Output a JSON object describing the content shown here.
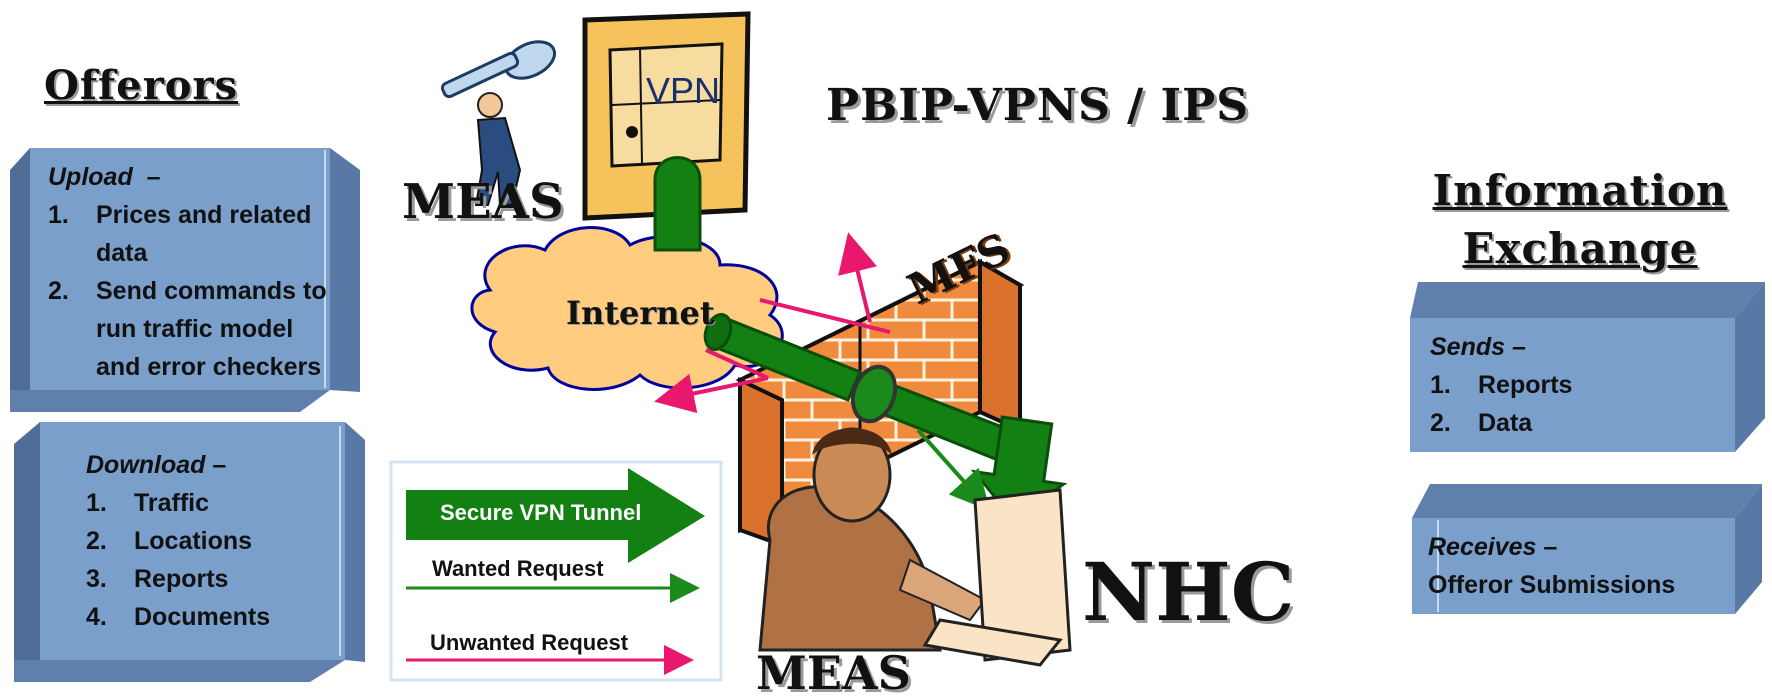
{
  "headings": {
    "offerors": "Offerors",
    "info_exchange_line1": "Information",
    "info_exchange_line2": "Exchange",
    "title": "PBIP-VPNS / IPS"
  },
  "labels": {
    "meas_top": "MEAS",
    "meas_bottom": "MEAS",
    "nhc": "NHC",
    "internet": "Internet",
    "mfs": "MFS",
    "vpn_door": "VPN"
  },
  "upload_box": {
    "title": "Upload",
    "dash": "–",
    "items": [
      {
        "num": "1.",
        "lines": [
          "Prices and related",
          "data"
        ]
      },
      {
        "num": "2.",
        "lines": [
          "Send commands to",
          "run traffic model",
          "and error checkers"
        ]
      }
    ]
  },
  "download_box": {
    "title": "Download",
    "dash": "–",
    "items": [
      {
        "num": "1.",
        "text": "Traffic"
      },
      {
        "num": "2.",
        "text": "Locations"
      },
      {
        "num": "3.",
        "text": "Reports"
      },
      {
        "num": "4.",
        "text": "Documents"
      }
    ]
  },
  "sends_box": {
    "title": "Sends",
    "dash": "–",
    "items": [
      {
        "num": "1.",
        "text": "Reports"
      },
      {
        "num": "2.",
        "text": "Data"
      }
    ]
  },
  "receives_box": {
    "title": "Receives",
    "dash": "–",
    "body": "Offeror Submissions"
  },
  "legend": {
    "tunnel": "Secure VPN Tunnel",
    "wanted": "Wanted Request",
    "unwanted": "Unwanted Request"
  },
  "colors": {
    "box_front": "#7b9fcb",
    "box_side": "#5878a5",
    "box_top": "#5f80ad",
    "tunnel_green": "#128012",
    "wanted_green": "#1a8a1a",
    "unwanted_pink": "#e8186e",
    "cloud": "#ffcc80",
    "brick": "#f08a3c",
    "door": "#f6c25c"
  }
}
